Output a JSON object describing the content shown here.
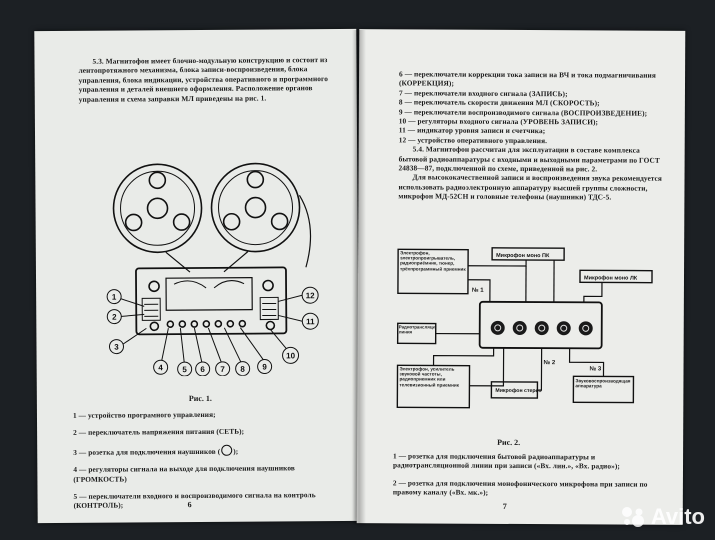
{
  "left_page": {
    "intro": "5.3. Магнитофон имеет блочно-модульную конструкцию и состоит из лентопротяжного механизма, блока записи-воспроизведения, блока управления, блока индикации, устройства оперативного и программного управления и деталей внешнего оформления. Расположение органов управления и схема заправки МЛ приведены на рис. 1.",
    "figure_caption": "Рис. 1.",
    "callouts": [
      "1",
      "2",
      "3",
      "4",
      "5",
      "6",
      "7",
      "8",
      "9",
      "10",
      "11",
      "12"
    ],
    "legend": [
      "1 — устройство програмного управления;",
      "2 — переключатель напряжения питания (СЕТЬ);",
      "3 — розетка для подключения наушников (",
      "4 — регуляторы сигнала на выходе для подключения наушников (ГРОМКОСТЬ)",
      "5 — переключатели входного и воспроизводимого сигнала на контроль (КОНТРОЛЬ);"
    ],
    "legend_3_tail": ");",
    "page_number": "6"
  },
  "right_page": {
    "top_list": [
      "6 — переключатели коррекции тока записи на ВЧ и тока подмагничивания (КОРРЕКЦИЯ);",
      "7 — переключатели входного сигнала (ЗАПИСЬ);",
      "8 — переключатель скорости движения МЛ (СКОРОСТЬ);",
      "9 — переключатели воспроизводимого сигнала (ВОСПРОИЗВЕДЕНИЕ);",
      "10 — регуляторы входного сигнала (УРОВЕНЬ ЗАПИСИ);",
      "11 — индикатор уровня записи и счетчика;",
      "12 — устройство оперативного управления."
    ],
    "para1": "5.4. Магнитофон рассчитан для эксплуатации в составе комплекса бытовой радиоаппаратуры с входными и выходными параметрами по ГОСТ 24838—87, подключенной по схеме, приведенной на рис. 2.",
    "para2": "Для высококачественной записи и воспроизведения звука рекомендуется использовать радиоэлектронную аппаратуру высшей группы сложности, микрофон МД-52СН и головные телефоны (наушники) ТДС-5.",
    "diagram": {
      "box_tuner": "Электрофон, электропроигрыватель, радиоприёмник, тюнер, трёхпрограммный приемник",
      "box_mic_mono_r": "Микрофон моно ПК",
      "box_mic_mono_l": "Микрофон моно ЛК",
      "box_radio": "Радиотрансляционная линия",
      "box_tv": "Электрофон, усилитель звуковой частоты, радиоприемник или телевизионный приемник",
      "box_mic_stereo": "Микрофон стерео",
      "box_amp": "Звуковоспроизводящая аппаратура",
      "labels": [
        "№ 1",
        "№ 2",
        "№ 3"
      ]
    },
    "figure_caption": "Рис. 2.",
    "legend": [
      "1 — розетка для подключения бытовой радиоаппаратуры и радиотрансляционной линии при записи («Вх. лин.», «Вх. радио»);",
      "2 — розетка для подключения монофонического микрофона при записи по правому каналу («Вх. мк.»);"
    ],
    "page_number": "7"
  },
  "watermark": {
    "text": "Avito"
  }
}
